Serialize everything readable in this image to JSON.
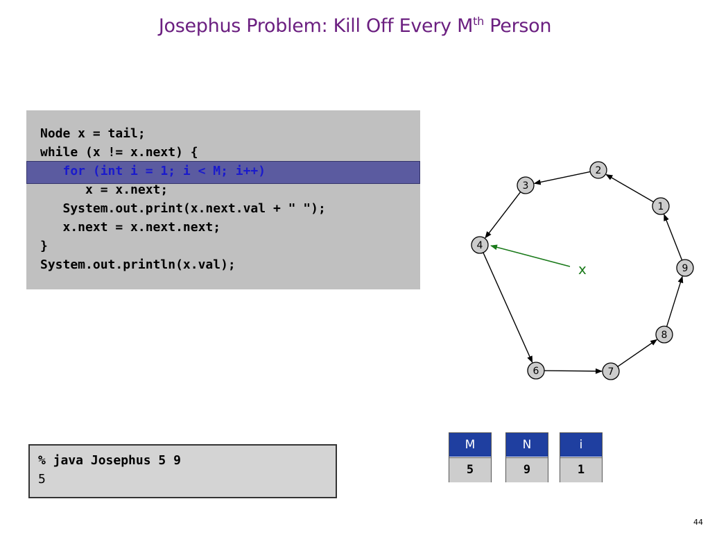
{
  "slide": {
    "title_main": "Josephus Problem:  Kill Off Every M",
    "title_sup": "th",
    "title_tail": " Person",
    "page_number": "44"
  },
  "code": {
    "lines": [
      "Node x = tail;",
      "while (x != x.next) {",
      "   for (int i = 1; i < M; i++)",
      "      x = x.next;",
      "   System.out.print(x.next.val + \" \");",
      "   x.next = x.next.next;",
      "}",
      "System.out.println(x.val);"
    ],
    "highlighted_line": 3
  },
  "terminal": {
    "command": "% java Josephus 5 9",
    "output": "5"
  },
  "variables": [
    {
      "name": "M",
      "value": "5"
    },
    {
      "name": "N",
      "value": "9"
    },
    {
      "name": "i",
      "value": "1"
    }
  ],
  "diagram": {
    "nodes": [
      "1",
      "2",
      "3",
      "4",
      "6",
      "7",
      "8",
      "9"
    ],
    "pointer_label": "x",
    "pointer_target": "4",
    "colors": {
      "node_fill": "#cccccc",
      "pointer": "#1a7a1a",
      "edge": "#000000"
    }
  },
  "colors": {
    "title": "#6b1f80",
    "keyword": "#1a1acc",
    "operator": "#c01010",
    "highlight": "#5b5ba0",
    "var_header": "#1f3fa0"
  }
}
